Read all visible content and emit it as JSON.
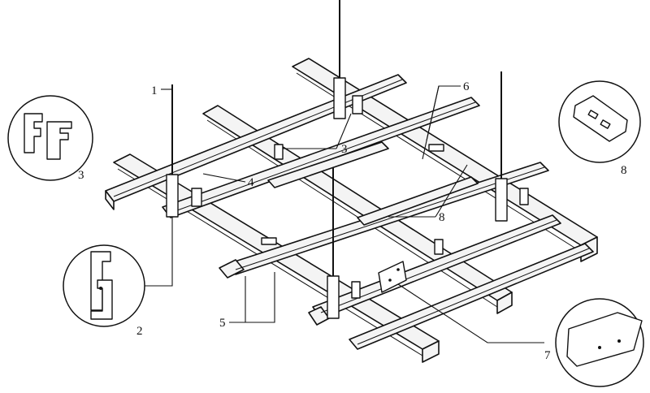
{
  "labels": {
    "l1": "1",
    "l2": "2",
    "l3_detail": "3",
    "l3_main": "3",
    "l4": "4",
    "l5": "5",
    "l6": "6",
    "l7": "7",
    "l8_main": "8",
    "l8_detail": "8"
  }
}
